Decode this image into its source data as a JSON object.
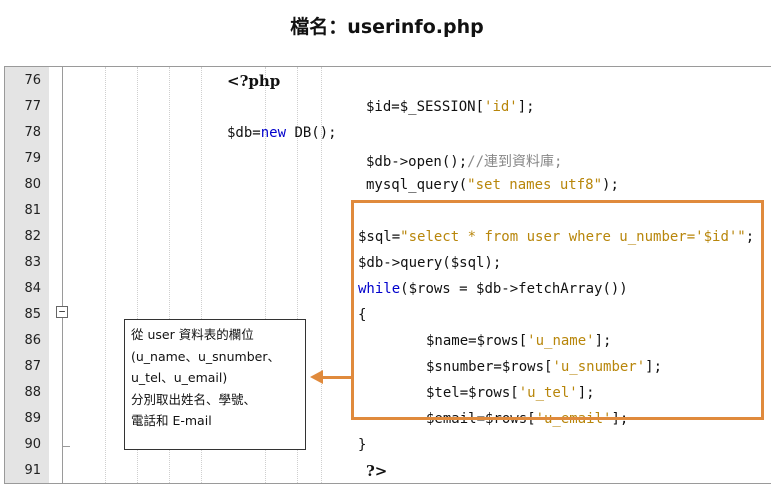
{
  "title": "檔名：userinfo.php",
  "editor": {
    "lines": [
      {
        "num": "76",
        "code": "<?php"
      },
      {
        "num": "77",
        "code": "$id=$_SESSION['id'];"
      },
      {
        "num": "78",
        "code": "$db=new DB();"
      },
      {
        "num": "79",
        "code": "$db->open();//連到資料庫;"
      },
      {
        "num": "80",
        "code": "mysql_query(\"set names utf8\");"
      },
      {
        "num": "81",
        "code": ""
      },
      {
        "num": "82",
        "code": "$sql=\"select * from user where u_number='$id'\";"
      },
      {
        "num": "83",
        "code": "$db->query($sql);"
      },
      {
        "num": "84",
        "code": "while($rows = $db->fetchArray())"
      },
      {
        "num": "85",
        "code": "{"
      },
      {
        "num": "86",
        "code": "$name=$rows['u_name'];"
      },
      {
        "num": "87",
        "code": "$snumber=$rows['u_snumber'];"
      },
      {
        "num": "88",
        "code": "$tel=$rows['u_tel'];"
      },
      {
        "num": "89",
        "code": "$email=$rows['u_email'];"
      },
      {
        "num": "90",
        "code": "}"
      },
      {
        "num": "91",
        "code": "?>"
      }
    ],
    "fold_glyph": "−"
  },
  "callout": {
    "lines": [
      "從 user 資料表的欄位",
      "(u_name、u_snumber、",
      "u_tel、u_email)",
      "分別取出姓名、學號、",
      "電話和 E-mail"
    ]
  },
  "colors": {
    "highlight": "#e08a3c",
    "keyword": "#0000cc",
    "string": "#b8860b",
    "comment": "#888888",
    "gutter": "#e4e4e4"
  }
}
